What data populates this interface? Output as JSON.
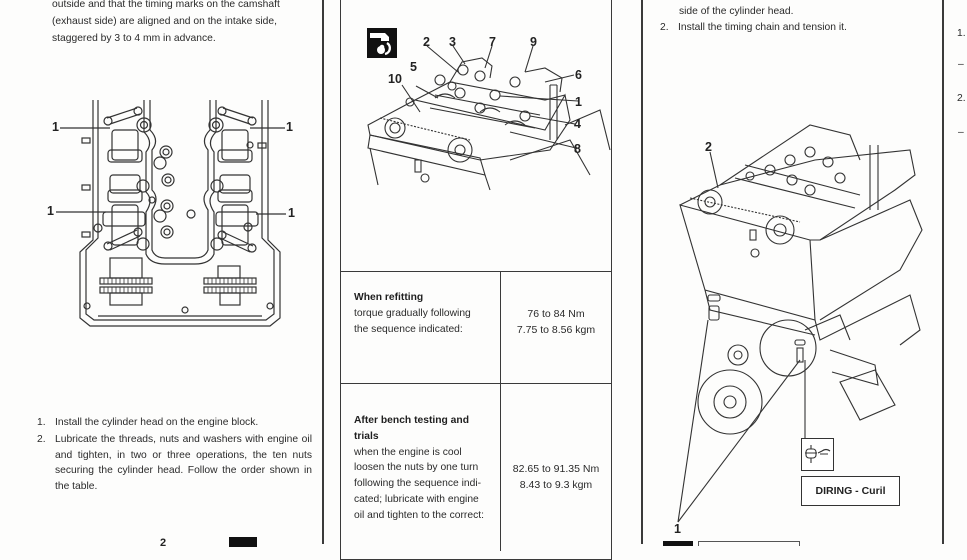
{
  "left_column": {
    "intro_lines": [
      "outside and that the timing marks on the camshaft",
      "(exhaust side) are aligned and on the intake side,",
      "staggered by 3 to 4 mm in advance."
    ],
    "figure_callouts": [
      "1",
      "1",
      "1",
      "1"
    ],
    "steps": [
      {
        "num": "1.",
        "text": "Install the cylinder head on the engine block."
      },
      {
        "num": "2.",
        "text": "Lubricate the threads, nuts and washers with engine oil and tighten, in two or three operations, the ten nuts securing the cylinder head. Follow the order shown in the table."
      }
    ],
    "bottom_fragment": "2"
  },
  "middle_column": {
    "tool_icon": "torque-wrench-icon",
    "figure_callouts": [
      "2",
      "3",
      "7",
      "9",
      "5",
      "6",
      "10",
      "1",
      "4",
      "8"
    ],
    "table": {
      "rows": [
        {
          "heading": "When refitting",
          "body_lines": [
            "torque gradually following",
            "the sequence indicated:"
          ],
          "values": [
            "76 to 84 Nm",
            "7.75 to 8.56 kgm"
          ]
        },
        {
          "heading_lines": [
            "After bench testing and",
            "trials"
          ],
          "body_lines": [
            "when the engine is cool",
            "loosen the nuts by one turn",
            "following the sequence indi-",
            "cated; lubricate with engine",
            "oil and tighten to the correct:"
          ],
          "values": [
            "82.65 to 91.35 Nm",
            "8.43 to 9.3 kgm"
          ]
        }
      ]
    }
  },
  "right_column": {
    "lines": [
      {
        "num": "",
        "text": "side of the cylinder head."
      },
      {
        "num": "2.",
        "text": "Install the timing chain and tension it."
      }
    ],
    "figure_callouts": [
      "2",
      "1"
    ],
    "sealant_label": "DIRING - Curil",
    "sealant_icon": "sealant-tube-icon"
  },
  "far_right_column": {
    "markers": [
      "1.",
      "–",
      "2.",
      "–"
    ]
  },
  "colors": {
    "ink": "#2a2a2a",
    "paper": "#fdfdfc",
    "rule": "#3a3a3a"
  }
}
